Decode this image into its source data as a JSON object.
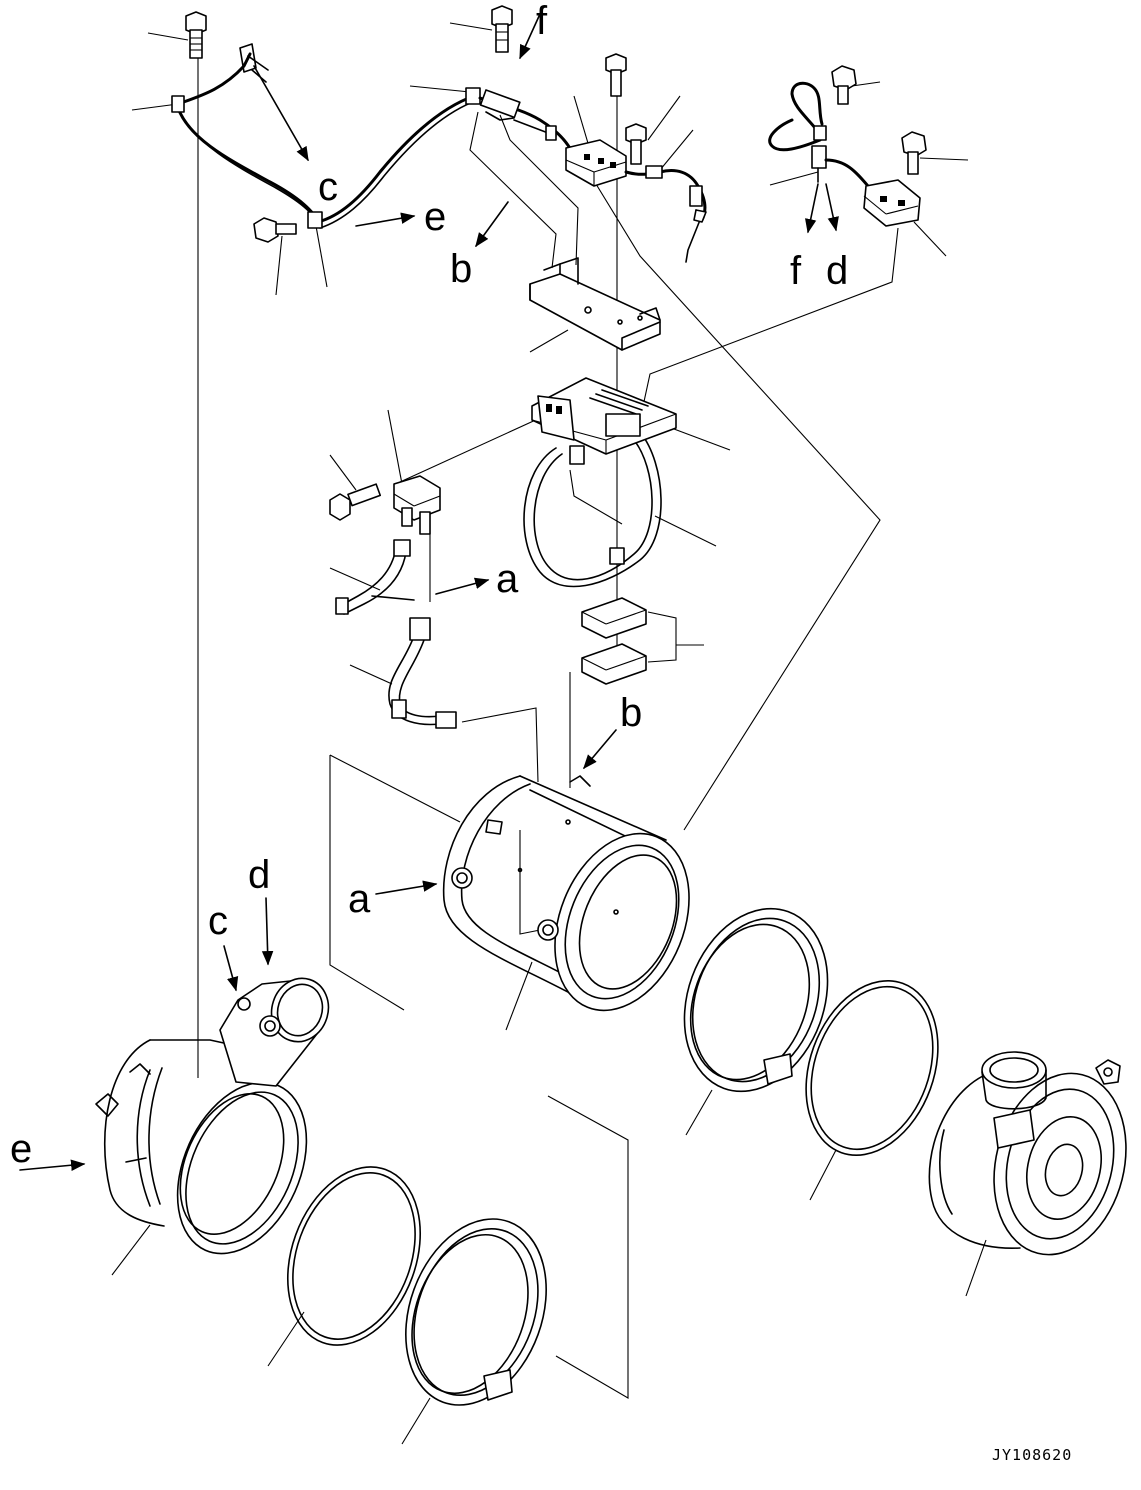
{
  "diagram": {
    "drawing_code": "JY108620",
    "callouts": {
      "a_pipe": "a",
      "a_body": "a",
      "b_top": "b",
      "b_body": "b",
      "c_top": "c",
      "c_outlet": "c",
      "d_top": "d",
      "d_outlet": "d",
      "e_top": "e",
      "e_outlet": "e",
      "f_top": "f",
      "f_right": "f"
    }
  }
}
